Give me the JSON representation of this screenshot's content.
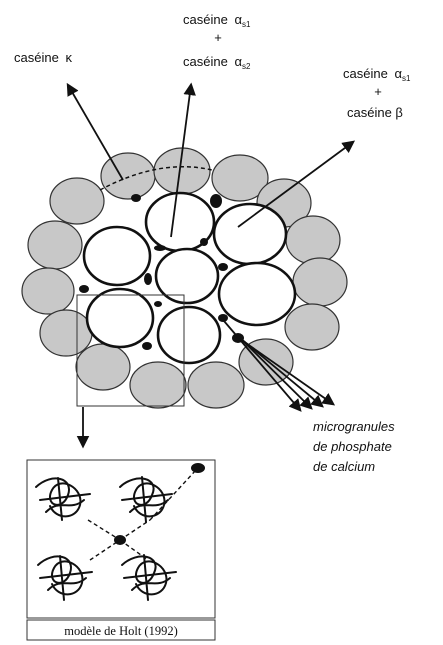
{
  "labels": {
    "kappa": {
      "text": "caséine",
      "greek": "κ"
    },
    "as1_as2": {
      "line1": {
        "text": "caséine",
        "greek": "α",
        "sub": "s1"
      },
      "plus": "+",
      "line2": {
        "text": "caséine",
        "greek": "α",
        "sub": "s2"
      }
    },
    "as1_beta": {
      "line1": {
        "text": "caséine",
        "greek": "α",
        "sub": "s1"
      },
      "plus": "+",
      "line2": "caséine β"
    },
    "micro": {
      "line1": "microgranules",
      "line2": "de phosphate",
      "line3": "de calcium"
    },
    "holt": "modèle de Holt (1992)"
  },
  "colors": {
    "ink": "#111111",
    "grey_fill": "#c8c8c8",
    "white_fill": "#ffffff"
  }
}
